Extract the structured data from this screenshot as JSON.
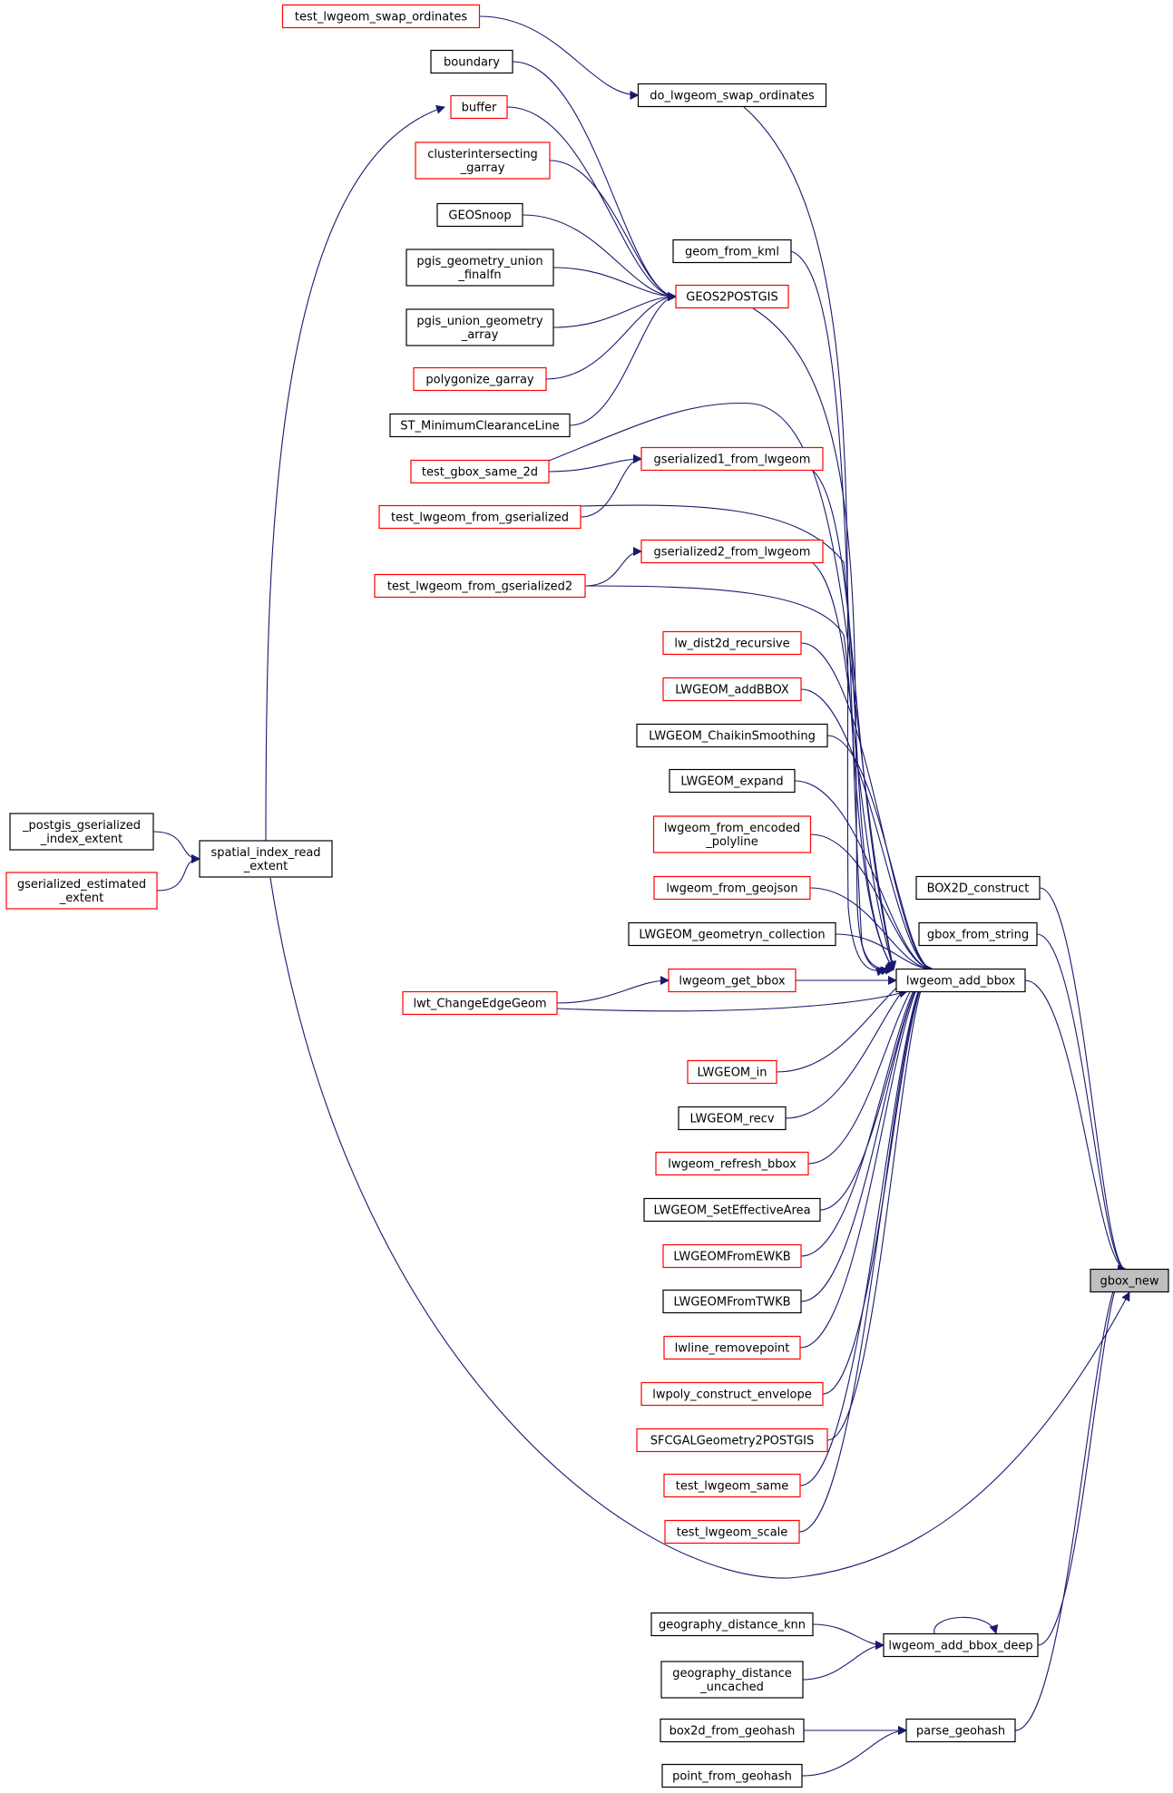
{
  "colors": {
    "edge": "#191970",
    "link_border": "#ff0000",
    "plain_border": "#000000",
    "focus_fill": "#bfbfbf",
    "background": "#ffffff"
  },
  "nodes": [
    {
      "id": "test_lwgeom_swap_ordinates",
      "lines": [
        "test_lwgeom_swap_ordinates"
      ],
      "style": "red"
    },
    {
      "id": "boundary",
      "lines": [
        "boundary"
      ],
      "style": "black"
    },
    {
      "id": "do_lwgeom_swap_ordinates",
      "lines": [
        "do_lwgeom_swap_ordinates"
      ],
      "style": "black"
    },
    {
      "id": "buffer",
      "lines": [
        "buffer"
      ],
      "style": "red"
    },
    {
      "id": "clusterintersecting_garray",
      "lines": [
        "clusterintersecting",
        "_garray"
      ],
      "style": "red"
    },
    {
      "id": "GEOSnoop",
      "lines": [
        "GEOSnoop"
      ],
      "style": "black"
    },
    {
      "id": "geom_from_kml",
      "lines": [
        "geom_from_kml"
      ],
      "style": "black"
    },
    {
      "id": "pgis_geometry_union_finalfn",
      "lines": [
        "pgis_geometry_union",
        "_finalfn"
      ],
      "style": "black"
    },
    {
      "id": "GEOS2POSTGIS",
      "lines": [
        "GEOS2POSTGIS"
      ],
      "style": "red"
    },
    {
      "id": "pgis_union_geometry_array",
      "lines": [
        "pgis_union_geometry",
        "_array"
      ],
      "style": "black"
    },
    {
      "id": "polygonize_garray",
      "lines": [
        "polygonize_garray"
      ],
      "style": "red"
    },
    {
      "id": "ST_MinimumClearanceLine",
      "lines": [
        "ST_MinimumClearanceLine"
      ],
      "style": "black"
    },
    {
      "id": "gserialized1_from_lwgeom",
      "lines": [
        "gserialized1_from_lwgeom"
      ],
      "style": "red"
    },
    {
      "id": "test_gbox_same_2d",
      "lines": [
        "test_gbox_same_2d"
      ],
      "style": "red"
    },
    {
      "id": "test_lwgeom_from_gserialized",
      "lines": [
        "test_lwgeom_from_gserialized"
      ],
      "style": "red"
    },
    {
      "id": "gserialized2_from_lwgeom",
      "lines": [
        "gserialized2_from_lwgeom"
      ],
      "style": "red"
    },
    {
      "id": "test_lwgeom_from_gserialized2",
      "lines": [
        "test_lwgeom_from_gserialized2"
      ],
      "style": "red"
    },
    {
      "id": "lw_dist2d_recursive",
      "lines": [
        "lw_dist2d_recursive"
      ],
      "style": "red"
    },
    {
      "id": "LWGEOM_addBBOX",
      "lines": [
        "LWGEOM_addBBOX"
      ],
      "style": "red"
    },
    {
      "id": "LWGEOM_ChaikinSmoothing",
      "lines": [
        "LWGEOM_ChaikinSmoothing"
      ],
      "style": "black"
    },
    {
      "id": "LWGEOM_expand",
      "lines": [
        "LWGEOM_expand"
      ],
      "style": "black"
    },
    {
      "id": "_postgis_gserialized_index_extent",
      "lines": [
        "_postgis_gserialized",
        "_index_extent"
      ],
      "style": "black"
    },
    {
      "id": "lwgeom_from_encoded_polyline",
      "lines": [
        "lwgeom_from_encoded",
        "_polyline"
      ],
      "style": "red"
    },
    {
      "id": "spatial_index_read_extent",
      "lines": [
        "spatial_index_read",
        "_extent"
      ],
      "style": "black"
    },
    {
      "id": "gserialized_estimated_extent",
      "lines": [
        "gserialized_estimated",
        "_extent"
      ],
      "style": "red"
    },
    {
      "id": "BOX2D_construct",
      "lines": [
        "BOX2D_construct"
      ],
      "style": "black"
    },
    {
      "id": "lwgeom_from_geojson",
      "lines": [
        "lwgeom_from_geojson"
      ],
      "style": "red"
    },
    {
      "id": "gbox_from_string",
      "lines": [
        "gbox_from_string"
      ],
      "style": "black"
    },
    {
      "id": "LWGEOM_geometryn_collection",
      "lines": [
        "LWGEOM_geometryn_collection"
      ],
      "style": "black"
    },
    {
      "id": "lwgeom_get_bbox",
      "lines": [
        "lwgeom_get_bbox"
      ],
      "style": "red"
    },
    {
      "id": "lwgeom_add_bbox",
      "lines": [
        "lwgeom_add_bbox"
      ],
      "style": "black"
    },
    {
      "id": "lwt_ChangeEdgeGeom",
      "lines": [
        "lwt_ChangeEdgeGeom"
      ],
      "style": "red"
    },
    {
      "id": "LWGEOM_in",
      "lines": [
        "LWGEOM_in"
      ],
      "style": "red"
    },
    {
      "id": "LWGEOM_recv",
      "lines": [
        "LWGEOM_recv"
      ],
      "style": "black"
    },
    {
      "id": "lwgeom_refresh_bbox",
      "lines": [
        "lwgeom_refresh_bbox"
      ],
      "style": "red"
    },
    {
      "id": "LWGEOM_SetEffectiveArea",
      "lines": [
        "LWGEOM_SetEffectiveArea"
      ],
      "style": "black"
    },
    {
      "id": "LWGEOMFromEWKB",
      "lines": [
        "LWGEOMFromEWKB"
      ],
      "style": "red"
    },
    {
      "id": "gbox_new",
      "lines": [
        "gbox_new"
      ],
      "style": "focus"
    },
    {
      "id": "LWGEOMFromTWKB",
      "lines": [
        "LWGEOMFromTWKB"
      ],
      "style": "black"
    },
    {
      "id": "lwline_removepoint",
      "lines": [
        "lwline_removepoint"
      ],
      "style": "red"
    },
    {
      "id": "lwpoly_construct_envelope",
      "lines": [
        "lwpoly_construct_envelope"
      ],
      "style": "red"
    },
    {
      "id": "SFCGALGeometry2POSTGIS",
      "lines": [
        "SFCGALGeometry2POSTGIS"
      ],
      "style": "red"
    },
    {
      "id": "test_lwgeom_same",
      "lines": [
        "test_lwgeom_same"
      ],
      "style": "red"
    },
    {
      "id": "test_lwgeom_scale",
      "lines": [
        "test_lwgeom_scale"
      ],
      "style": "red"
    },
    {
      "id": "geography_distance_knn",
      "lines": [
        "geography_distance_knn"
      ],
      "style": "black"
    },
    {
      "id": "lwgeom_add_bbox_deep",
      "lines": [
        "lwgeom_add_bbox_deep"
      ],
      "style": "black"
    },
    {
      "id": "geography_distance_uncached",
      "lines": [
        "geography_distance",
        "_uncached"
      ],
      "style": "black"
    },
    {
      "id": "box2d_from_geohash",
      "lines": [
        "box2d_from_geohash"
      ],
      "style": "black"
    },
    {
      "id": "parse_geohash",
      "lines": [
        "parse_geohash"
      ],
      "style": "black"
    },
    {
      "id": "point_from_geohash",
      "lines": [
        "point_from_geohash"
      ],
      "style": "black"
    }
  ],
  "edges": [
    [
      "test_lwgeom_swap_ordinates",
      "do_lwgeom_swap_ordinates"
    ],
    [
      "do_lwgeom_swap_ordinates",
      "lwgeom_add_bbox"
    ],
    [
      "boundary",
      "GEOS2POSTGIS"
    ],
    [
      "buffer",
      "GEOS2POSTGIS"
    ],
    [
      "clusterintersecting_garray",
      "GEOS2POSTGIS"
    ],
    [
      "GEOSnoop",
      "GEOS2POSTGIS"
    ],
    [
      "pgis_geometry_union_finalfn",
      "GEOS2POSTGIS"
    ],
    [
      "pgis_union_geometry_array",
      "GEOS2POSTGIS"
    ],
    [
      "polygonize_garray",
      "GEOS2POSTGIS"
    ],
    [
      "ST_MinimumClearanceLine",
      "GEOS2POSTGIS"
    ],
    [
      "GEOS2POSTGIS",
      "lwgeom_add_bbox"
    ],
    [
      "geom_from_kml",
      "lwgeom_add_bbox"
    ],
    [
      "spatial_index_read_extent",
      "buffer"
    ],
    [
      "spatial_index_read_extent",
      "gbox_new"
    ],
    [
      "_postgis_gserialized_index_extent",
      "spatial_index_read_extent"
    ],
    [
      "gserialized_estimated_extent",
      "spatial_index_read_extent"
    ],
    [
      "test_gbox_same_2d",
      "gserialized1_from_lwgeom"
    ],
    [
      "test_gbox_same_2d",
      "lwgeom_add_bbox"
    ],
    [
      "test_lwgeom_from_gserialized",
      "gserialized1_from_lwgeom"
    ],
    [
      "test_lwgeom_from_gserialized",
      "lwgeom_add_bbox"
    ],
    [
      "gserialized1_from_lwgeom",
      "lwgeom_add_bbox"
    ],
    [
      "test_lwgeom_from_gserialized2",
      "gserialized2_from_lwgeom"
    ],
    [
      "test_lwgeom_from_gserialized2",
      "lwgeom_add_bbox"
    ],
    [
      "gserialized2_from_lwgeom",
      "lwgeom_add_bbox"
    ],
    [
      "lw_dist2d_recursive",
      "lwgeom_add_bbox"
    ],
    [
      "LWGEOM_addBBOX",
      "lwgeom_add_bbox"
    ],
    [
      "LWGEOM_ChaikinSmoothing",
      "lwgeom_add_bbox"
    ],
    [
      "LWGEOM_expand",
      "lwgeom_add_bbox"
    ],
    [
      "lwgeom_from_encoded_polyline",
      "lwgeom_add_bbox"
    ],
    [
      "lwgeom_from_geojson",
      "lwgeom_add_bbox"
    ],
    [
      "LWGEOM_geometryn_collection",
      "lwgeom_add_bbox"
    ],
    [
      "lwgeom_get_bbox",
      "lwgeom_add_bbox"
    ],
    [
      "lwt_ChangeEdgeGeom",
      "lwgeom_get_bbox"
    ],
    [
      "lwt_ChangeEdgeGeom",
      "lwgeom_add_bbox"
    ],
    [
      "LWGEOM_in",
      "lwgeom_add_bbox"
    ],
    [
      "LWGEOM_recv",
      "lwgeom_add_bbox"
    ],
    [
      "lwgeom_refresh_bbox",
      "lwgeom_add_bbox"
    ],
    [
      "LWGEOM_SetEffectiveArea",
      "lwgeom_add_bbox"
    ],
    [
      "LWGEOMFromEWKB",
      "lwgeom_add_bbox"
    ],
    [
      "LWGEOMFromTWKB",
      "lwgeom_add_bbox"
    ],
    [
      "lwline_removepoint",
      "lwgeom_add_bbox"
    ],
    [
      "lwpoly_construct_envelope",
      "lwgeom_add_bbox"
    ],
    [
      "SFCGALGeometry2POSTGIS",
      "lwgeom_add_bbox"
    ],
    [
      "test_lwgeom_same",
      "lwgeom_add_bbox"
    ],
    [
      "test_lwgeom_scale",
      "lwgeom_add_bbox"
    ],
    [
      "BOX2D_construct",
      "gbox_new"
    ],
    [
      "gbox_from_string",
      "gbox_new"
    ],
    [
      "lwgeom_add_bbox",
      "gbox_new"
    ],
    [
      "lwgeom_add_bbox_deep",
      "gbox_new"
    ],
    [
      "lwgeom_add_bbox_deep",
      "lwgeom_add_bbox_deep"
    ],
    [
      "geography_distance_knn",
      "lwgeom_add_bbox_deep"
    ],
    [
      "geography_distance_uncached",
      "lwgeom_add_bbox_deep"
    ],
    [
      "parse_geohash",
      "gbox_new"
    ],
    [
      "box2d_from_geohash",
      "parse_geohash"
    ],
    [
      "point_from_geohash",
      "parse_geohash"
    ]
  ]
}
